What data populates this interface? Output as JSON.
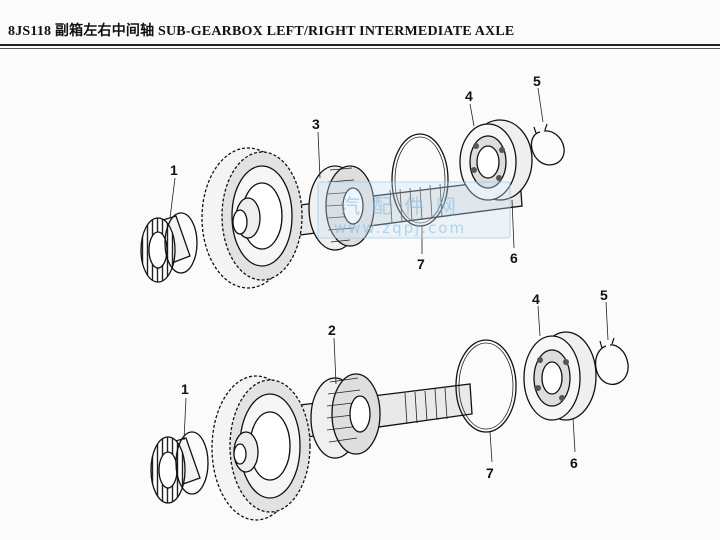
{
  "header": {
    "title": "8JS118 副箱左右中间轴 SUB-GEARBOX LEFT/RIGHT INTERMEDIATE AXLE"
  },
  "watermark": {
    "cn": "汽配件网",
    "url": "www.zqpj.com",
    "color": "#7fb6de"
  },
  "callouts": {
    "upper": [
      "1",
      "3",
      "4",
      "5",
      "7",
      "6"
    ],
    "lower": [
      "1",
      "2",
      "4",
      "5",
      "7",
      "6"
    ]
  }
}
